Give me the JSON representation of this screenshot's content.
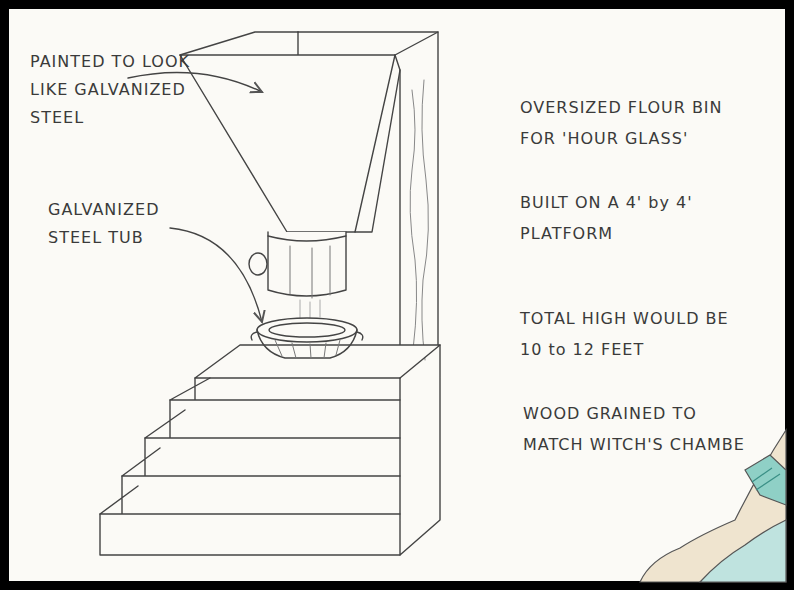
{
  "diagram": {
    "labels": [
      "PAINTED TO LOOK LIKE GALVANIZED STEEL",
      "GALVANIZED STEEL TUB",
      "OVERSIZED FLOUR BIN FOR 'HOUR GLASS'",
      "BUILT ON A 4' by 4' PLATFORM",
      "TOTAL HIGH WOULD BE 10 to 12 FEET",
      "WOOD GRAINED TO MATCH WITCH'S CHAMBE"
    ]
  }
}
